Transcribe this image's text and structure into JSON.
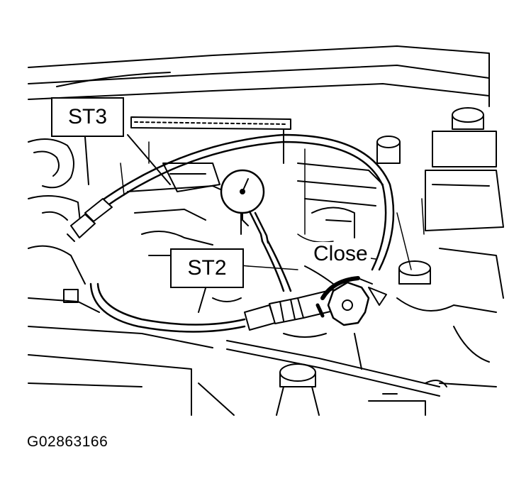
{
  "labels": {
    "st3": "ST3",
    "st2": "ST2",
    "close": "Close"
  },
  "figure_code": "G02863166",
  "colors": {
    "line": "#000000",
    "background": "#ffffff"
  }
}
